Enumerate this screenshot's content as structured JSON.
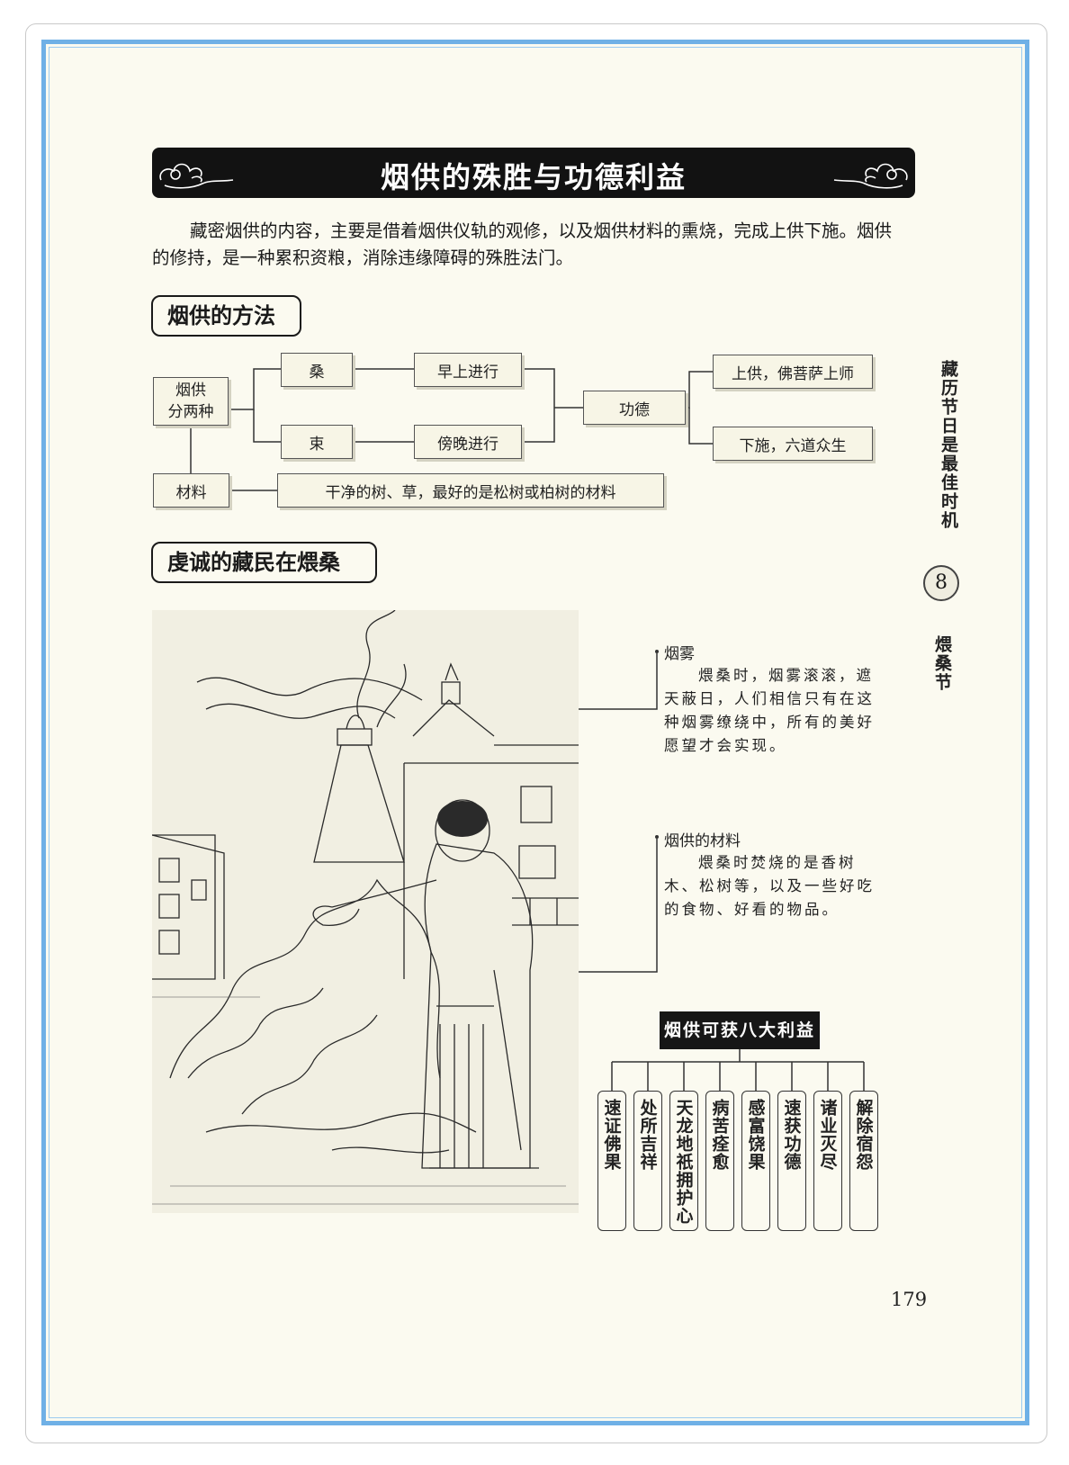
{
  "title": "烟供的殊胜与功德利益",
  "intro": "藏密烟供的内容，主要是借着烟供仪轨的观修，以及烟供材料的熏烧，完成上供下施。烟供的修持，是一种累积资粮，消除违缘障碍的殊胜法门。",
  "section1": {
    "label": "烟供的方法",
    "flow": {
      "root_line1": "烟供",
      "root_line2": "分两种",
      "type1": "桑",
      "type2": "束",
      "time1": "早上进行",
      "time2": "傍晚进行",
      "merit": "功德",
      "result1": "上供，佛菩萨上师",
      "result2": "下施，六道众生",
      "material_label": "材料",
      "material_text": "干净的树、草，最好的是松树或柏树的材料"
    }
  },
  "section2": {
    "label": "虔诚的藏民在煨桑"
  },
  "annotations": [
    {
      "title": "烟雾",
      "body": "煨桑时，烟雾滚滚，遮天蔽日，人们相信只有在这种烟雾缭绕中，所有的美好愿望才会实现。"
    },
    {
      "title": "烟供的材料",
      "body": "煨桑时焚烧的是香树木、松树等，以及一些好吃的食物、好看的物品。"
    }
  ],
  "benefits": {
    "title": "烟供可获八大利益",
    "items": [
      "速证佛果",
      "处所吉祥",
      "天龙地祇拥护心",
      "病苦痊愈",
      "感富饶果",
      "速获功德",
      "诸业灭尽",
      "解除宿怨"
    ]
  },
  "side": {
    "chapter_title": "藏历节日是最佳时机",
    "chapter_number": "8",
    "chapter_name": "煨桑节"
  },
  "page_number": "179"
}
